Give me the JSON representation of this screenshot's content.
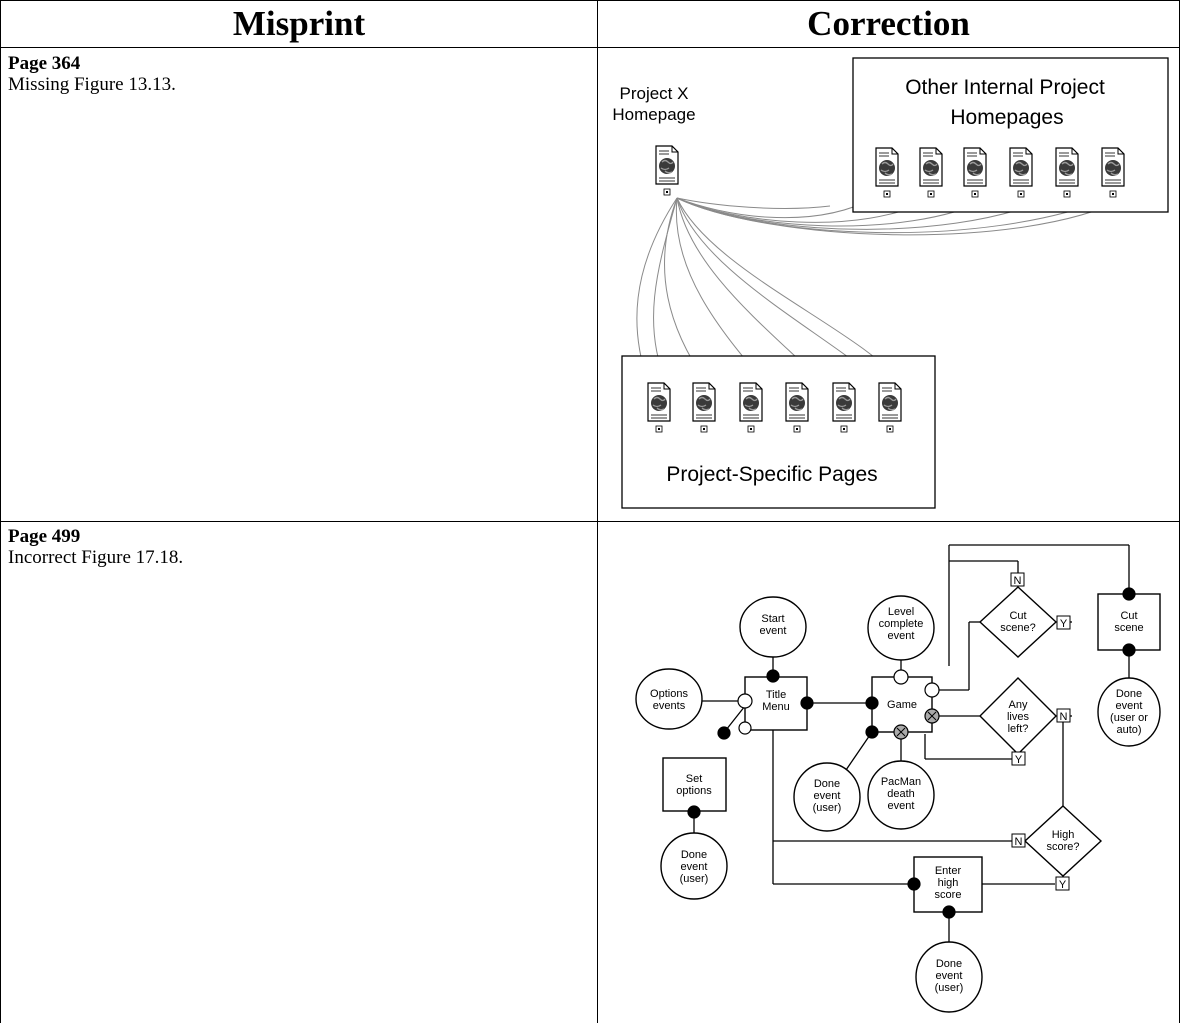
{
  "headers": {
    "left": "Misprint",
    "right": "Correction"
  },
  "rows": [
    {
      "page": "Page 364",
      "description": "Missing Figure 13.13."
    },
    {
      "page": "Page 499",
      "description": "Incorrect Figure 17.18."
    }
  ],
  "figure_13_13": {
    "project_label_line1": "Project X",
    "project_label_line2": "Homepage",
    "internal_title_line1": "Other Internal Project",
    "internal_title_line2": "Homepages",
    "specific_title": "Project-Specific Pages"
  },
  "figure_17_18": {
    "start_1": "Start",
    "start_2": "event",
    "level_1": "Level",
    "level_2": "complete",
    "level_3": "event",
    "options_1": "Options",
    "options_2": "events",
    "title_1": "Title",
    "title_2": "Menu",
    "game": "Game",
    "cut_q_1": "Cut",
    "cut_q_2": "scene?",
    "cut_1": "Cut",
    "cut_2": "scene",
    "lives_1": "Any",
    "lives_2": "lives",
    "lives_3": "left?",
    "done_auto_1": "Done",
    "done_auto_2": "event",
    "done_auto_3": "(user or",
    "done_auto_4": "auto)",
    "set_1": "Set",
    "set_2": "options",
    "done_game_1": "Done",
    "done_game_2": "event",
    "done_game_3": "(user)",
    "pac_1": "PacMan",
    "pac_2": "death",
    "pac_3": "event",
    "high_1": "High",
    "high_2": "score?",
    "enter_1": "Enter",
    "enter_2": "high",
    "enter_3": "score",
    "done_set_1": "Done",
    "done_set_2": "event",
    "done_set_3": "(user)",
    "done_enter_1": "Done",
    "done_enter_2": "event",
    "done_enter_3": "(user)",
    "n": "N",
    "y": "Y"
  }
}
